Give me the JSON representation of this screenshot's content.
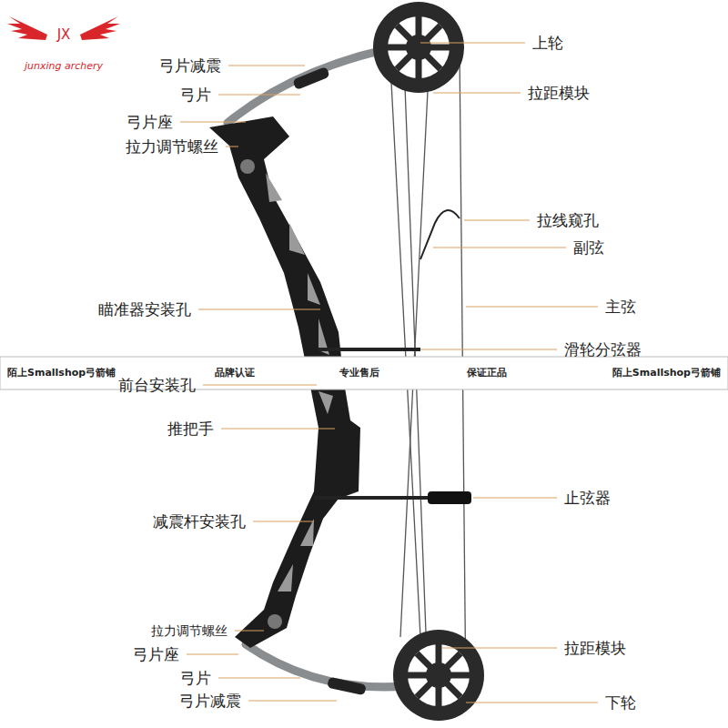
{
  "diagram": {
    "labels": [
      "弓片减震",
      "弓片",
      "弓片座",
      "拉力调节螺丝",
      "瞄准器安装孔",
      "前台安装孔",
      "推把手",
      "减震杆安装孔",
      "拉力调节螺丝",
      "弓片座",
      "弓片",
      "弓片减震",
      "上轮",
      "拉距模块",
      "拉线窥孔",
      "副弦",
      "主弦",
      "滑轮分弦器",
      "止弦器",
      "拉距模块",
      "下轮",
      "JX",
      "junxing archery",
      "陌上Smallshop弓箭铺",
      "品牌认证",
      "专业售后",
      "保证正品",
      "陌上Smallshop弓箭铺"
    ]
  }
}
